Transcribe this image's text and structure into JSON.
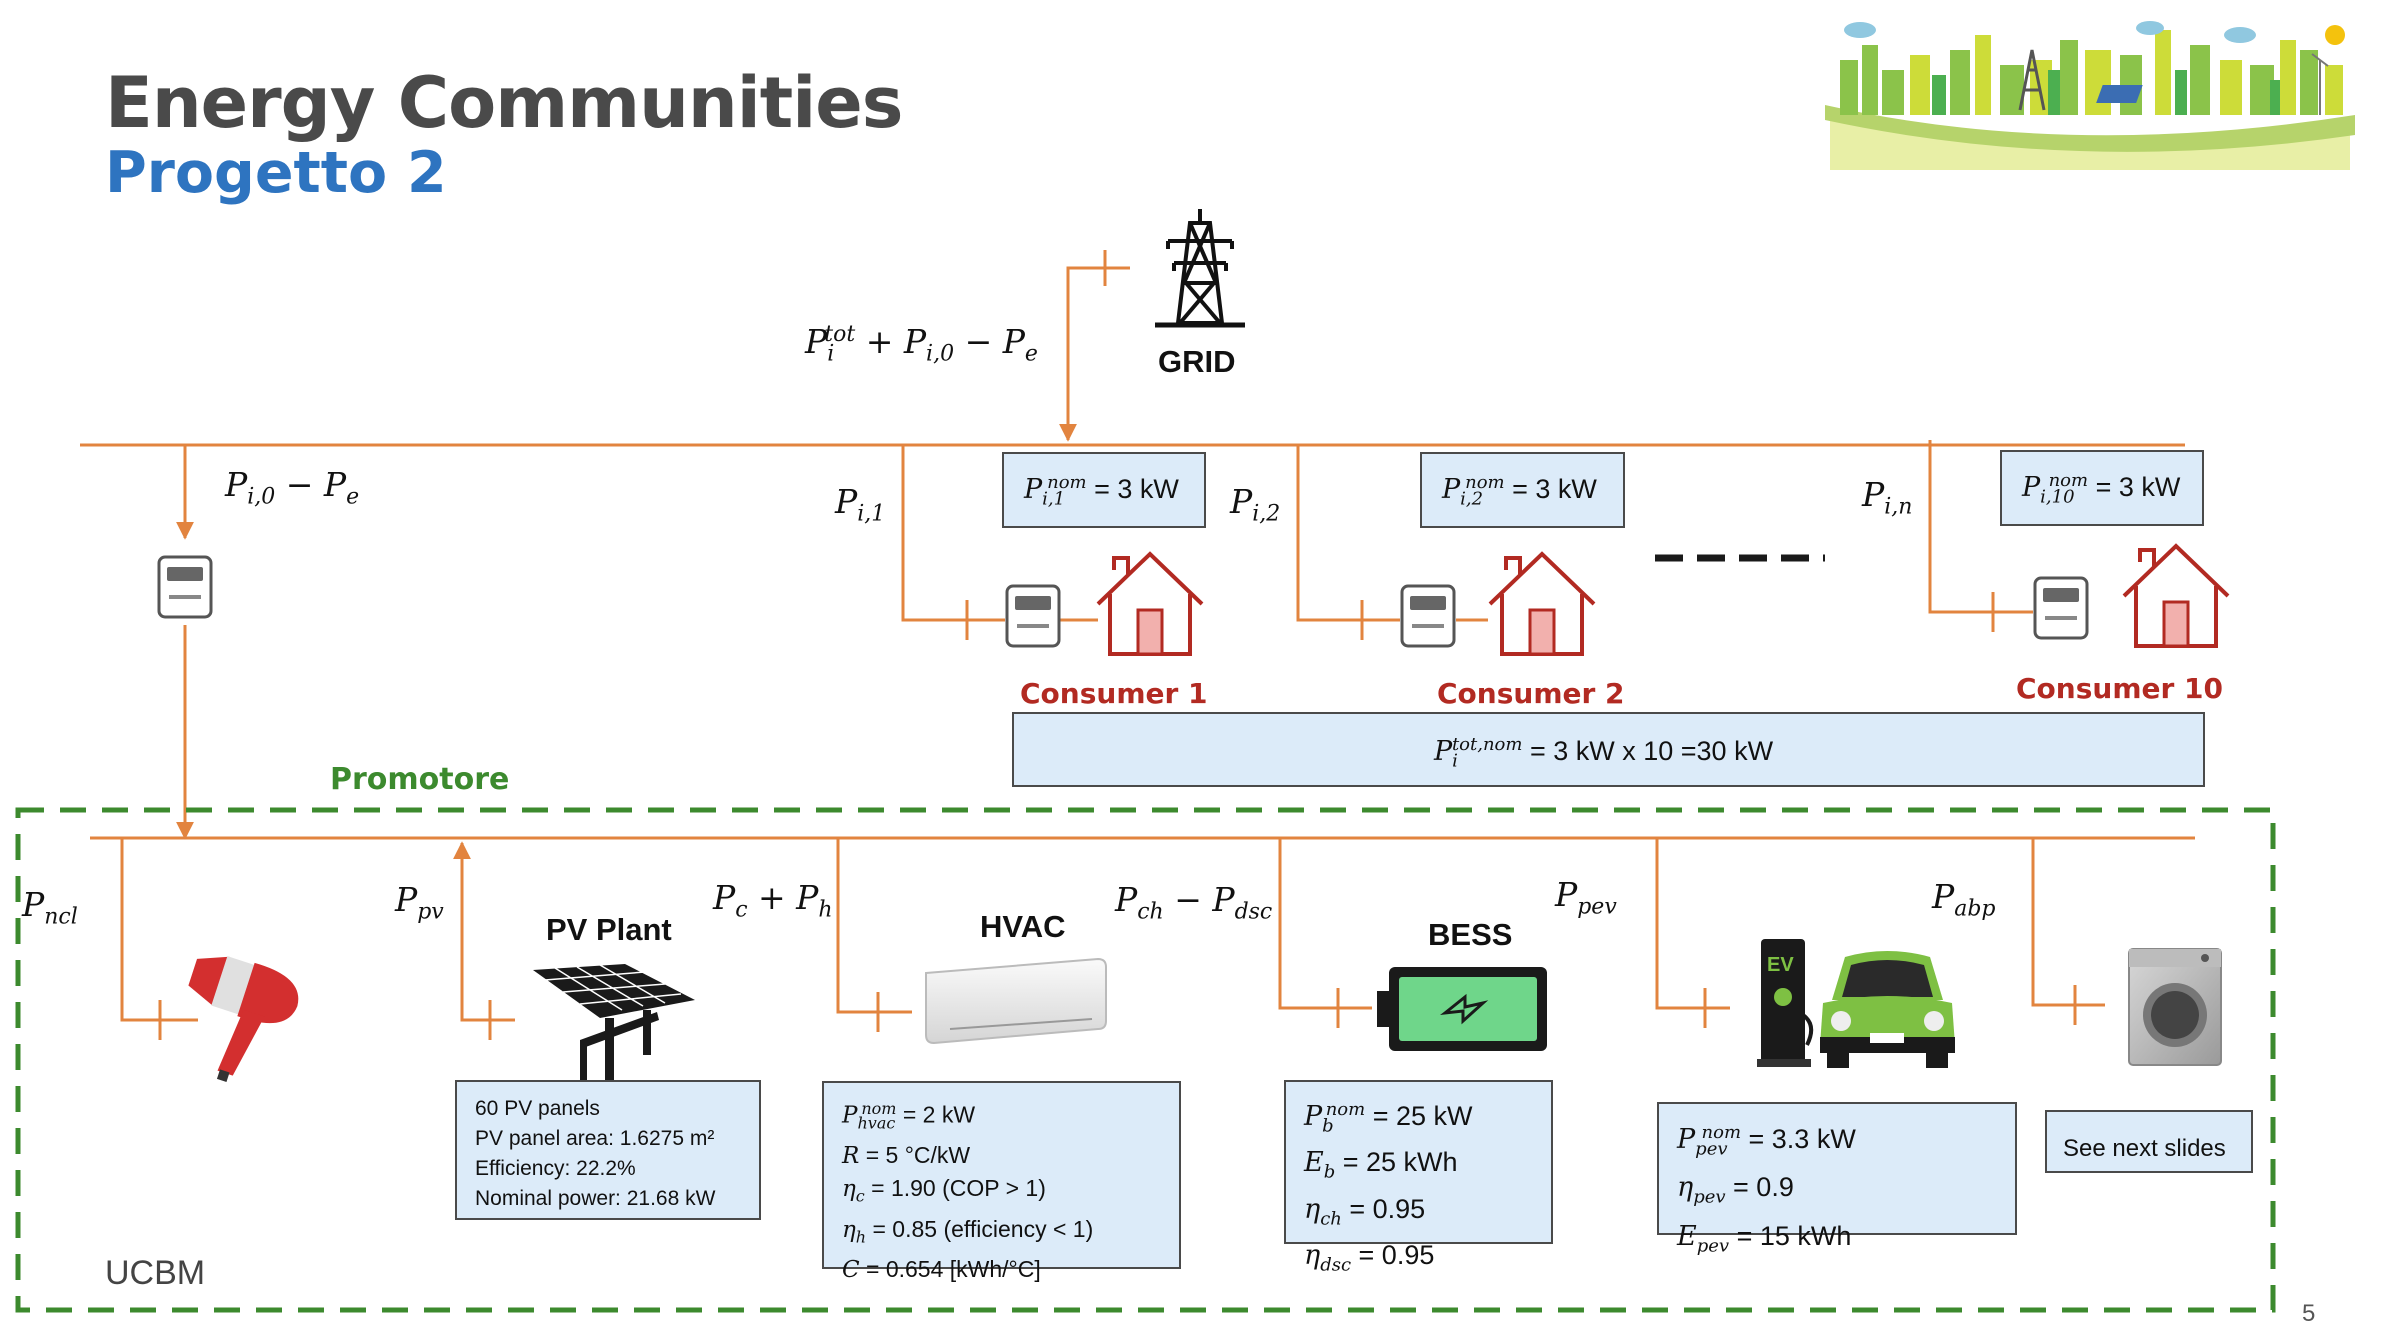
{
  "header": {
    "title": "Energy Communities",
    "subtitle": "Progetto 2"
  },
  "grid": {
    "label": "GRID",
    "flow_label": "P_i^tot + P_i,0 − P_e"
  },
  "meter_flow_label": "P_i,0 − P_e",
  "consumers": [
    {
      "name": "Consumer 1",
      "flow": "P_i,1",
      "nominal": "P_i,1^nom = 3 kW"
    },
    {
      "name": "Consumer 2",
      "flow": "P_i,2",
      "nominal": "P_i,2^nom = 3 kW"
    },
    {
      "name": "Consumer 10",
      "flow": "P_i,n",
      "nominal": "P_i,10^nom = 3 kW"
    }
  ],
  "total_box": "P_i^tot,nom = 3 kW x 10 =30 kW",
  "promotore": {
    "label": "Promotore",
    "flows": {
      "ncl": "P_ncl",
      "pv": "P_pv",
      "hvac": "P_c + P_h",
      "bess": "P_ch − P_dsc",
      "ev": "P_pev",
      "abp": "P_abp"
    },
    "pv": {
      "title": "PV Plant",
      "lines": [
        "60 PV panels",
        "PV panel area: 1.6275 m²",
        "Efficiency: 22.2%",
        "Nominal power: 21.68 kW"
      ]
    },
    "hvac": {
      "title": "HVAC",
      "lines": [
        "P_hvac^nom = 2 kW",
        "R = 5 °C/kW",
        "η_c = 1.90 (COP > 1)",
        "η_h = 0.85 (efficiency < 1)",
        "C = 0.654 [kWh/°C]"
      ]
    },
    "bess": {
      "title": "BESS",
      "lines": [
        "P_b^nom = 25 kW",
        "E_b = 25 kWh",
        "η_ch = 0.95",
        "η_dsc = 0.95"
      ]
    },
    "ev": {
      "lines": [
        "P_pev^nom = 3.3 kW",
        "η_pev = 0.9",
        "E_pev = 15 kWh"
      ],
      "station_label": "EV"
    },
    "appliance_box": "See next slides"
  },
  "footer": {
    "org": "UCBM",
    "page": "5"
  },
  "colors": {
    "line": "#e2843f",
    "box_fill": "#dcebf9",
    "dashed_border": "#3c8a2e",
    "consumer_text": "#b22a22",
    "subtitle": "#2e74c0"
  },
  "icons": [
    "transmission-tower-icon",
    "smart-meter-icon",
    "house-icon",
    "hair-dryer-icon",
    "solar-panel-icon",
    "air-conditioner-icon",
    "battery-icon",
    "ev-charger-icon",
    "car-icon",
    "washing-machine-icon",
    "city-skyline-logo"
  ]
}
